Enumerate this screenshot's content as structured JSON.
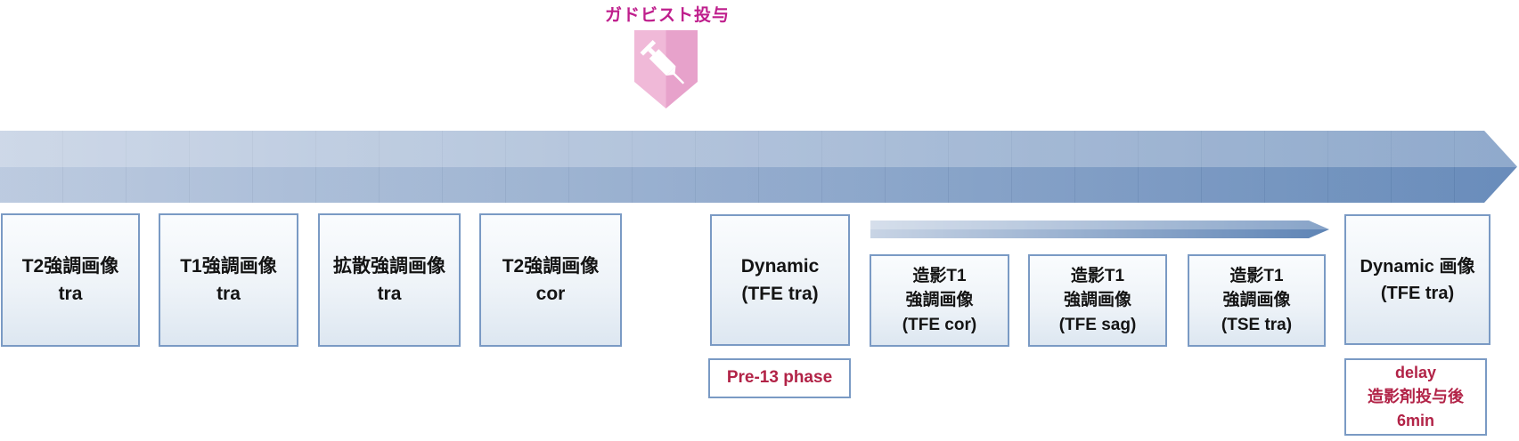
{
  "theme": {
    "magenta": "#bf1e8c",
    "crimson": "#b22347",
    "box-border": "#7a9ac4",
    "arrow-start": "#b9c8de",
    "arrow-end": "#6186b7",
    "sub-arrow-start": "#c8d4e5",
    "sub-arrow-end": "#5e84b5",
    "shield-left": "#f0b9d8",
    "shield-right": "#e7a2cb",
    "box-text": "#141414"
  },
  "injection": {
    "label": "ガドビスト投与",
    "icon": "syringe-shield-icon"
  },
  "arrows": {
    "main": "timeline-arrow",
    "sub": "post-contrast-arrow"
  },
  "sequence_boxes": [
    {
      "id": "t2-tra",
      "lines": [
        "T2強調画像",
        "tra"
      ]
    },
    {
      "id": "t1-tra",
      "lines": [
        "T1強調画像",
        "tra"
      ]
    },
    {
      "id": "dwi-tra",
      "lines": [
        "拡散強調画像",
        "tra"
      ]
    },
    {
      "id": "t2-cor",
      "lines": [
        "T2強調画像",
        "cor"
      ]
    },
    {
      "id": "dynamic",
      "lines": [
        "Dynamic",
        "(TFE tra)"
      ]
    },
    {
      "id": "ce-t1-cor",
      "lines": [
        "造影T1",
        "強調画像",
        "(TFE cor)"
      ]
    },
    {
      "id": "ce-t1-sag",
      "lines": [
        "造影T1",
        "強調画像",
        "(TFE sag)"
      ]
    },
    {
      "id": "ce-t1-tra",
      "lines": [
        "造影T1",
        "強調画像",
        "(TSE tra)"
      ]
    },
    {
      "id": "dynamic-delay",
      "lines": [
        "Dynamic 画像",
        "(TFE tra)"
      ]
    }
  ],
  "notes": [
    {
      "id": "pre-phase",
      "lines": [
        "Pre-13 phase"
      ]
    },
    {
      "id": "delay",
      "lines": [
        "delay",
        "造影剤投与後",
        "6min"
      ]
    }
  ]
}
